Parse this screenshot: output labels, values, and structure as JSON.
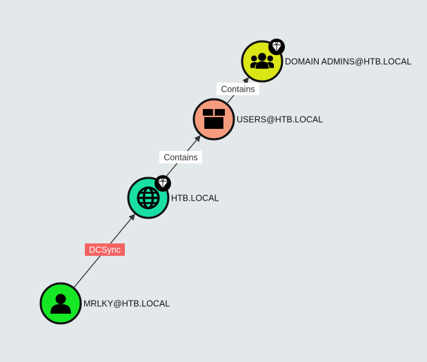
{
  "colors": {
    "background": "#e3e8ea",
    "edge": "#333333",
    "node_outline": "#111111",
    "user": "#17e625",
    "domain": "#19dfa4",
    "container": "#f59c7f",
    "group": "#dbe617",
    "highvalue_badge": "#000000",
    "edge_label_bg": "#ffffff",
    "edge_label_alert_bg": "#f46363",
    "edge_label_text": "#333333",
    "edge_label_alert_text": "#ffffff"
  },
  "nodes": [
    {
      "id": "user",
      "label": "MRLKY@HTB.LOCAL",
      "icon": "user-icon",
      "highvalue": false
    },
    {
      "id": "domain",
      "label": "HTB.LOCAL",
      "icon": "globe-icon",
      "highvalue": true
    },
    {
      "id": "ou",
      "label": "USERS@HTB.LOCAL",
      "icon": "box-icon",
      "highvalue": false
    },
    {
      "id": "group",
      "label": "DOMAIN ADMINS@HTB.LOCAL",
      "icon": "users-icon",
      "highvalue": true
    }
  ],
  "edges": [
    {
      "from": "user",
      "to": "domain",
      "label": "DCSync",
      "alert": true
    },
    {
      "from": "domain",
      "to": "ou",
      "label": "Contains",
      "alert": false
    },
    {
      "from": "ou",
      "to": "group",
      "label": "Contains",
      "alert": false
    }
  ]
}
